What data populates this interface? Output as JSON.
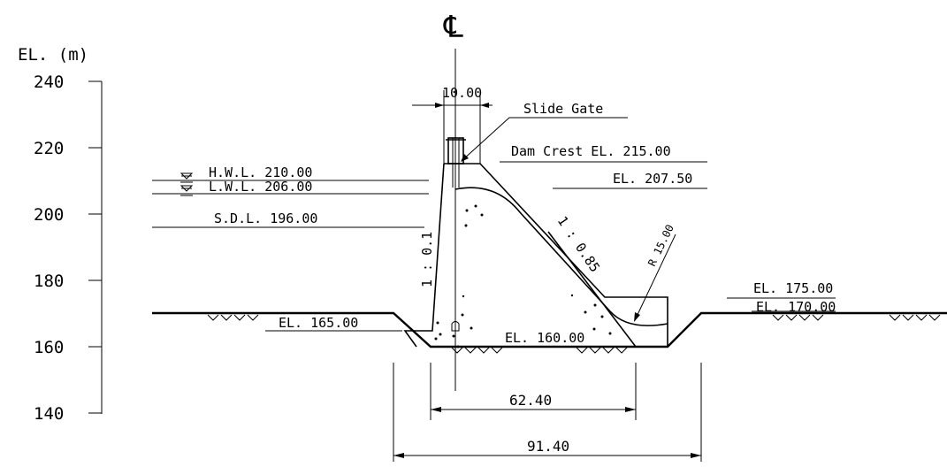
{
  "axis": {
    "unit_label": "EL. (m)",
    "ticks": [
      "240",
      "220",
      "200",
      "180",
      "160",
      "140"
    ]
  },
  "centerline_symbol": "℄",
  "labels": {
    "crest_width": "10.00",
    "slide_gate": "Slide Gate",
    "hwl": "H.W.L. 210.00",
    "lwl": "L.W.L. 206.00",
    "sdl": "S.D.L. 196.00",
    "dam_crest": "Dam Crest EL. 215.00",
    "el_207": "EL. 207.50",
    "upstream_slope": "1 : 0.1",
    "downstream_slope": "1 : 0.85",
    "radius": "R 15.00",
    "el_175": "EL. 175.00",
    "el_170": "EL. 170.00",
    "el_165": "EL. 165.00",
    "el_160": "EL. 160.00",
    "dim_base": "62.40",
    "dim_total": "91.40"
  }
}
